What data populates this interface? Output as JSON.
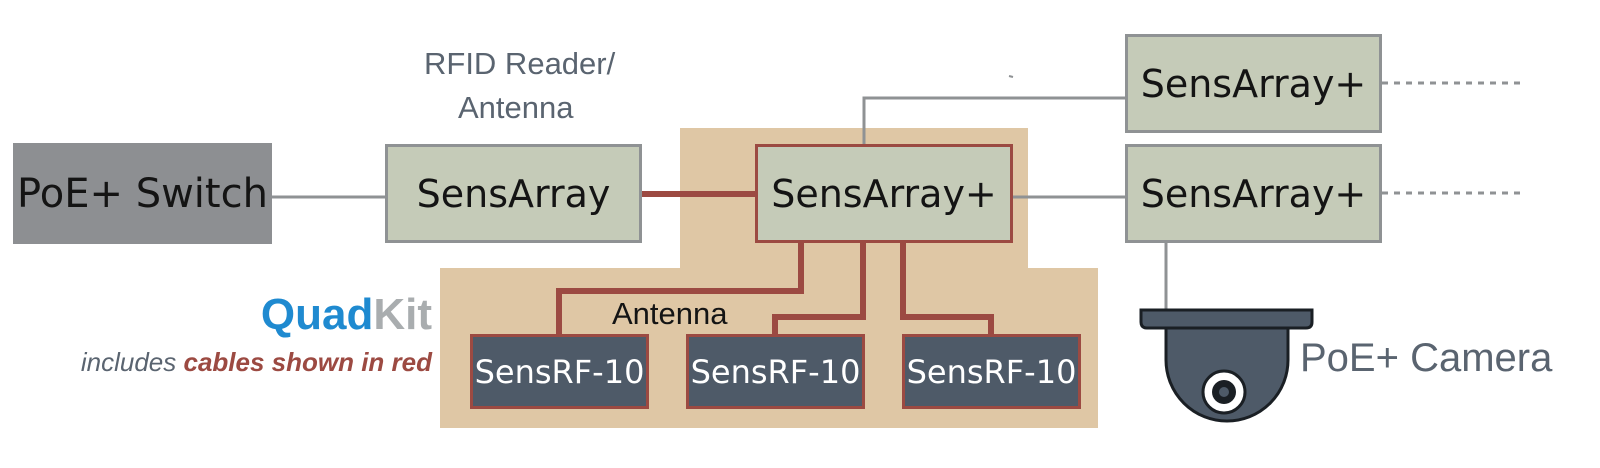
{
  "colors": {
    "kit_background": "#dfc7a5",
    "red_cable": "#9c4a42",
    "gray_cable": "#8f9294",
    "device_fill": "#c5cbb8",
    "switch_fill": "#8d8f92",
    "sensrf_fill": "#4e5a68",
    "quad_blue": "#1f8ad0",
    "kit_gray": "#a9adaf",
    "text_slate": "#5a6470"
  },
  "nodes": {
    "poe_switch": "PoE+ Switch",
    "sensarray": "SensArray",
    "sensarray_plus_center": "SensArray+",
    "sensarray_plus_top": "SensArray+",
    "sensarray_plus_right": "SensArray+",
    "sensrf_1": "SensRF-10",
    "sensrf_2": "SensRF-10",
    "sensrf_3": "SensRF-10"
  },
  "labels": {
    "rfid_line1": "RFID Reader/",
    "rfid_line2": "Antenna",
    "antenna": "Antenna",
    "camera": "PoE+ Camera"
  },
  "quadkit": {
    "quad": "Quad",
    "kit": "Kit",
    "includes": "includes ",
    "cables": "cables shown in red"
  },
  "icons": [
    "dome-camera-icon"
  ]
}
